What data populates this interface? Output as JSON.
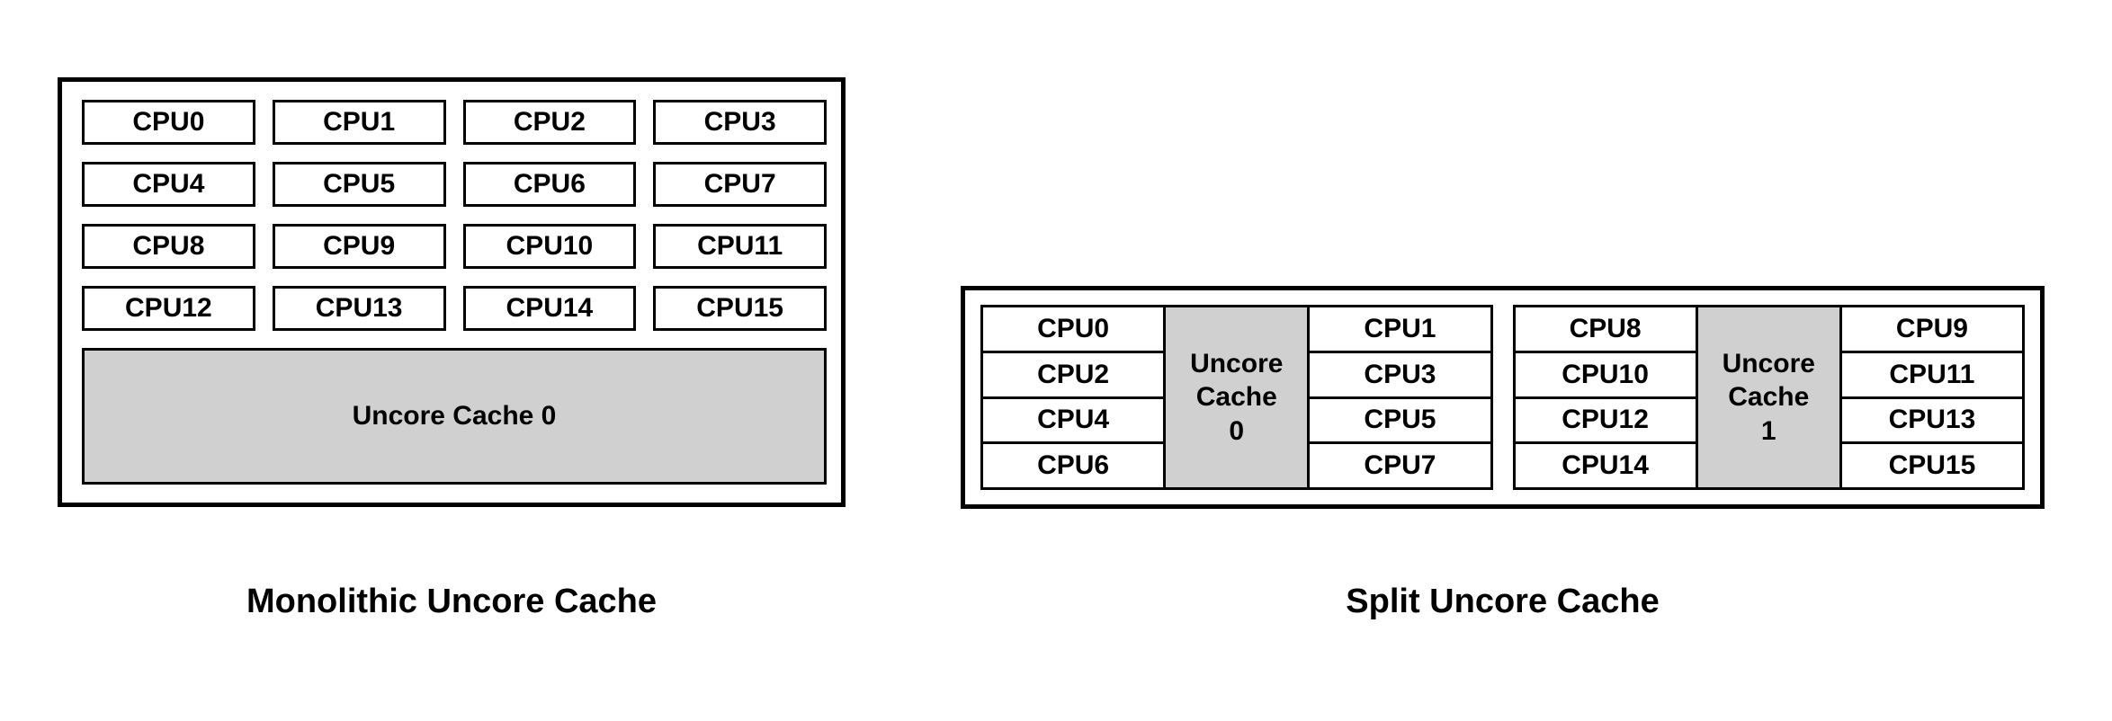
{
  "figure": {
    "title_left": "Monolithic Uncore Cache",
    "title_right": "Split Uncore Cache"
  },
  "monolithic": {
    "caption": "Monolithic Uncore Cache",
    "cpu_rows": [
      [
        "CPU0",
        "CPU1",
        "CPU2",
        "CPU3"
      ],
      [
        "CPU4",
        "CPU5",
        "CPU6",
        "CPU7"
      ],
      [
        "CPU8",
        "CPU9",
        "CPU10",
        "CPU11"
      ],
      [
        "CPU12",
        "CPU13",
        "CPU14",
        "CPU15"
      ]
    ],
    "uncore_label": "Uncore Cache 0"
  },
  "split": {
    "caption": "Split Uncore Cache",
    "clusters": [
      {
        "left_column": [
          "CPU0",
          "CPU2",
          "CPU4",
          "CPU6"
        ],
        "uncore": {
          "line1": "Uncore",
          "line2": "Cache",
          "line3": "0"
        },
        "right_column": [
          "CPU1",
          "CPU3",
          "CPU5",
          "CPU7"
        ]
      },
      {
        "left_column": [
          "CPU8",
          "CPU10",
          "CPU12",
          "CPU14"
        ],
        "uncore": {
          "line1": "Uncore",
          "line2": "Cache",
          "line3": "1"
        },
        "right_column": [
          "CPU9",
          "CPU11",
          "CPU13",
          "CPU15"
        ]
      }
    ]
  },
  "colors": {
    "background": "#ffffff",
    "stroke": "#000000",
    "cache_fill": "#d0d0d0",
    "text": "#000000"
  }
}
